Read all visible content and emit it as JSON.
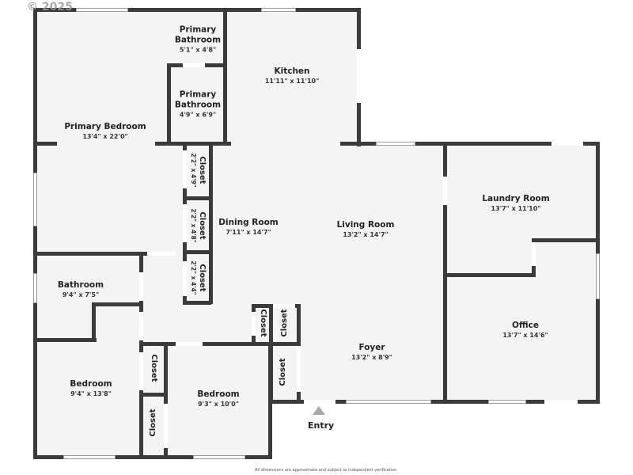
{
  "copyright": "© 2025",
  "footer_note": "All dimensions are approximate and subject to independent verification",
  "entry_label": "Entry",
  "colors": {
    "wall": "#3b3b3b",
    "floor": "#f4f4f4",
    "background": "#ffffff",
    "entry_arrow": "#a8a8a8"
  },
  "rooms": {
    "primary_bathroom_1": {
      "name": "Primary Bathroom",
      "name_line1": "Primary",
      "name_line2": "Bathroom",
      "dims": "5'1\" x 4'8\""
    },
    "primary_bathroom_2": {
      "name": "Primary Bathroom",
      "name_line1": "Primary",
      "name_line2": "Bathroom",
      "dims": "4'9\" x 6'9\""
    },
    "primary_bedroom": {
      "name": "Primary Bedroom",
      "dims": "13'4\" x 22'0\""
    },
    "kitchen": {
      "name": "Kitchen",
      "dims": "11'11\" x 11'10\""
    },
    "closet_1": {
      "name": "Closet",
      "dims": "2'2\" x 4'9\""
    },
    "closet_2": {
      "name": "Closet",
      "dims": "2'2\" x 4'8\""
    },
    "closet_3": {
      "name": "Closet",
      "dims": "2'2\" x 4'4\""
    },
    "dining_room": {
      "name": "Dining Room",
      "dims": "7'11\" x 14'7\""
    },
    "living_room": {
      "name": "Living Room",
      "dims": "13'2\" x 14'7\""
    },
    "laundry_room": {
      "name": "Laundry Room",
      "dims": "13'7\" x 11'10\""
    },
    "bathroom": {
      "name": "Bathroom",
      "dims": "9'4\" x 7'5\""
    },
    "bedroom_1": {
      "name": "Bedroom",
      "dims": "9'4\" x 13'8\""
    },
    "bedroom_2": {
      "name": "Bedroom",
      "dims": "9'3\" x 10'0\""
    },
    "office": {
      "name": "Office",
      "dims": "13'7\" x 14'6\""
    },
    "foyer": {
      "name": "Foyer",
      "dims": "13'2\" x 8'9\""
    },
    "closet_4": {
      "name": "Closet"
    },
    "closet_5": {
      "name": "Closet"
    },
    "closet_6": {
      "name": "Closet"
    },
    "closet_7": {
      "name": "Closet"
    },
    "closet_8": {
      "name": "Closet"
    }
  }
}
